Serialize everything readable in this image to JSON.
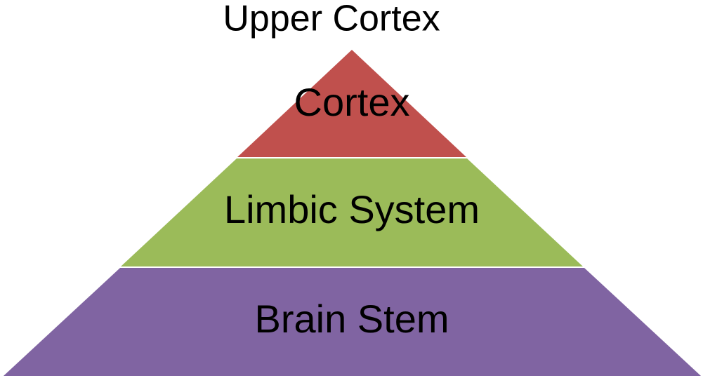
{
  "diagram": {
    "type": "pyramid",
    "top_label": "Upper Cortex",
    "layers": [
      {
        "label": "Cortex",
        "color": "#c0504d"
      },
      {
        "label": "Limbic System",
        "color": "#9bbb59"
      },
      {
        "label": "Brain Stem",
        "color": "#8064a2"
      }
    ]
  }
}
